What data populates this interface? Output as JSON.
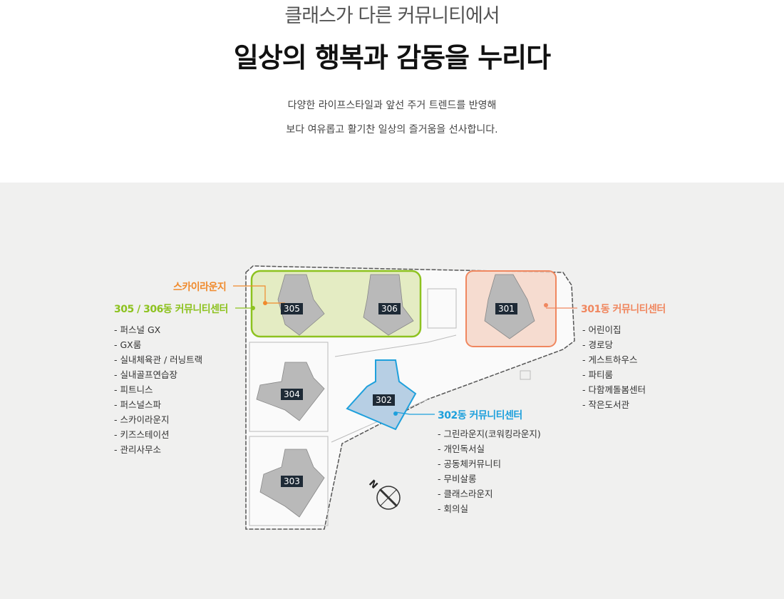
{
  "header": {
    "subtitle": "클래스가 다른 커뮤니티에서",
    "title": "일상의 행복과 감동을 누리다",
    "description": [
      "다양한 라이프스타일과 앞선 주거 트렌드를 반영해",
      "보다 여유롭고 활기찬 일상의 즐거움을 선사합니다."
    ]
  },
  "map": {
    "buildings": [
      "305",
      "306",
      "301",
      "304",
      "302",
      "303"
    ],
    "compass_label": "N",
    "colors": {
      "green": "#8dc21f",
      "orange": "#f08a2c",
      "salmon": "#f0875f",
      "blue": "#1ea0dc"
    },
    "sky_lounge": {
      "title": "스카이라운지"
    },
    "center_305_306": {
      "title": "305 / 306동 커뮤니티센터",
      "items": [
        "퍼스널 GX",
        "GX룸",
        "실내체육관 / 러닝트랙",
        "실내골프연습장",
        "피트니스",
        "퍼스널스파",
        "스카이라운지",
        "키즈스테이션",
        "관리사무소"
      ]
    },
    "center_301": {
      "title": "301동 커뮤니티센터",
      "items": [
        "어린이집",
        "경로당",
        "게스트하우스",
        "파티룸",
        "다함께돌봄센터",
        "작은도서관"
      ]
    },
    "center_302": {
      "title": "302동 커뮤니티센터",
      "items": [
        "그린라운지(코워킹라운지)",
        "개인독서실",
        "공동체커뮤니티",
        "무비살롱",
        "클래스라운지",
        "회의실"
      ]
    }
  }
}
